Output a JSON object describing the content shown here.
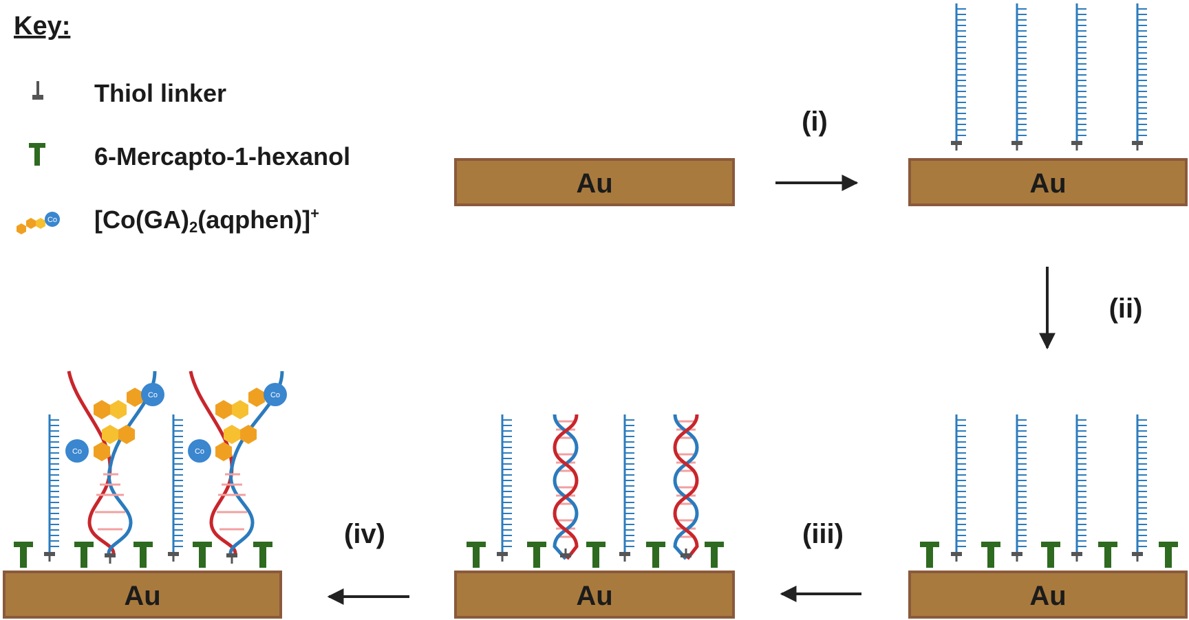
{
  "key": {
    "title": "Key:",
    "items": [
      {
        "icon": "thiol-linker-icon",
        "label": "Thiol linker"
      },
      {
        "icon": "mercaptohexanol-icon",
        "label": "6-Mercapto-1-hexanol"
      },
      {
        "icon": "cobalt-complex-icon",
        "label_parts": [
          "[Co(GA)",
          "2",
          "(aqphen)]",
          "+"
        ]
      }
    ]
  },
  "surface_label": "Au",
  "complex_label": "Co",
  "steps": [
    "(i)",
    "(ii)",
    "(iii)",
    "(iv)"
  ],
  "colors": {
    "gold": "#a97a3e",
    "gold_border": "#8a5a3c",
    "probe_strand": "#2b7bbd",
    "target_strand": "#c8262c",
    "linker": "#555555",
    "mch": "#2e6a20",
    "complex": "#f0a020",
    "cobalt": "#3a86cf",
    "arrow": "#222222"
  }
}
